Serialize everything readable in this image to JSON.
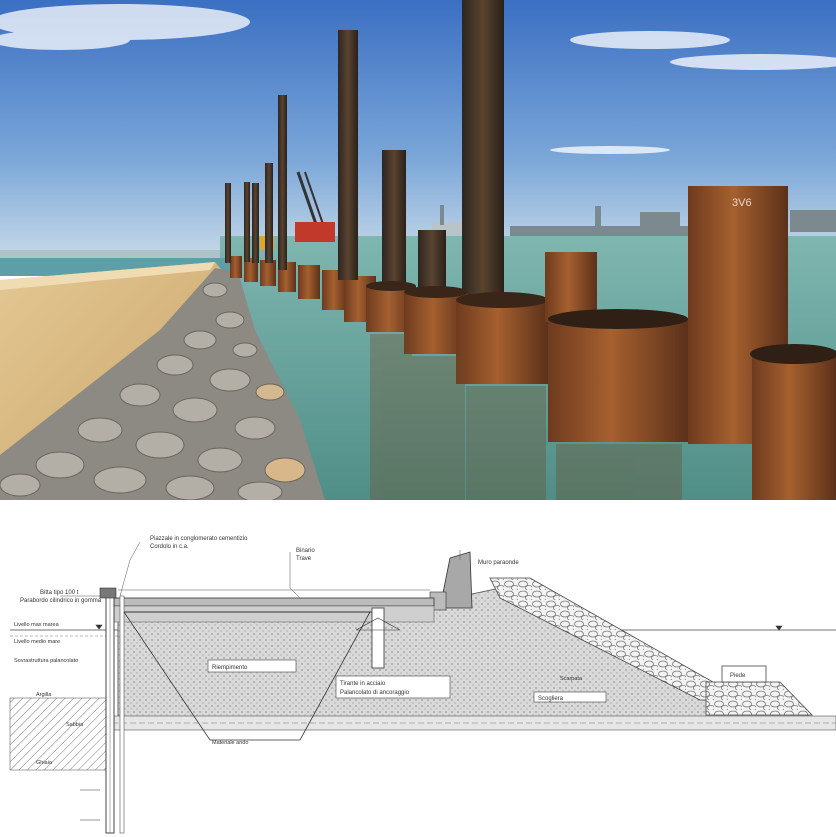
{
  "photo": {
    "pile_marking": "3V6"
  },
  "section": {
    "labels": {
      "top_left_1": "Bitta tipo 100 t",
      "top_left_2": "Parabordo cilindrico in gomma",
      "water_top": "Livello max marea",
      "water_mid": "Livello medio mare",
      "left_note": "Sovrastruttura palancolato",
      "soil_left_1": "Argilla",
      "soil_left_2": "Sabbia",
      "soil_left_3": "Ghiaia",
      "deck_1": "Piazzale in conglomerato cementizio",
      "deck_2": "Cordolo in c.a.",
      "fill_box": "Riempimento",
      "tie_box": "Tirante in acciaio",
      "anchor_box": "Palancolato di ancoraggio",
      "rock_box": "Scogliera",
      "right_box": "Piede",
      "base": "Materiale arido",
      "slope": "Scarpata",
      "top_mid_1": "Binario",
      "top_mid_2": "Trave",
      "top_right": "Muro paraonde"
    }
  }
}
